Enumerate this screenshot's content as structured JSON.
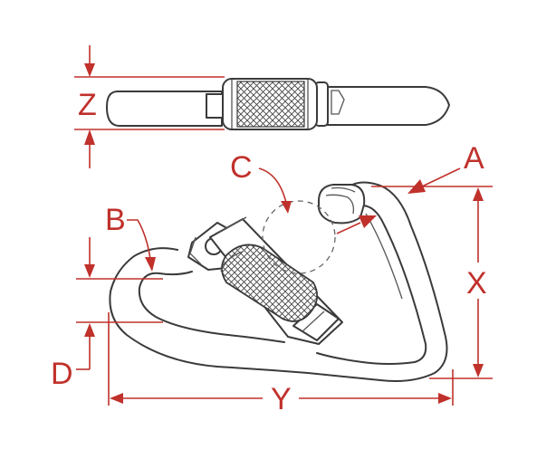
{
  "labels": {
    "z": "Z",
    "c": "C",
    "a": "A",
    "b": "B",
    "x": "X",
    "d": "D",
    "y": "Y"
  },
  "colors": {
    "dimension": "#c0312b",
    "outline": "#3a3a3a",
    "background": "#ffffff"
  }
}
